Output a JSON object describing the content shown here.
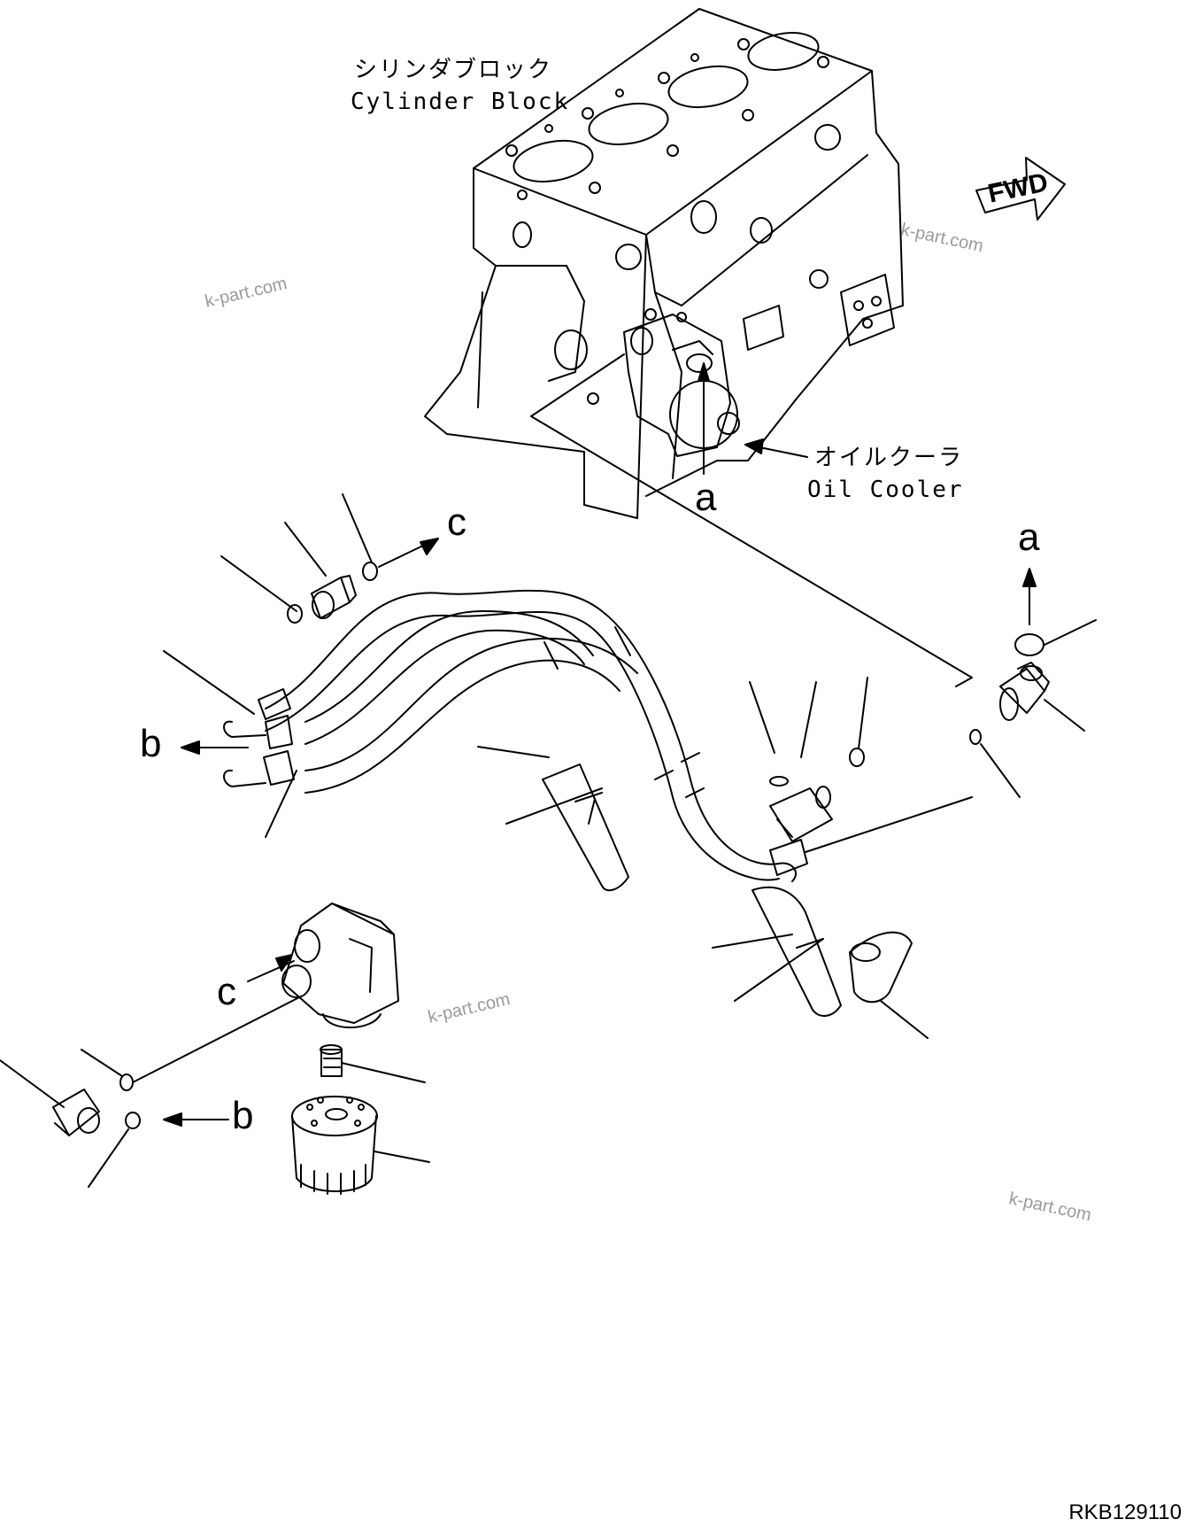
{
  "labels": {
    "cylinder_block_jp": "シリンダブロック",
    "cylinder_block_en": "Cylinder Block",
    "oil_cooler_jp": "オイルクーラ",
    "oil_cooler_en": "Oil Cooler",
    "fwd": "FWD",
    "ref_a": "a",
    "ref_b": "b",
    "ref_c": "c"
  },
  "watermark": "k-part.com",
  "drawing_code": "RKB129110",
  "colors": {
    "line": "#000000",
    "watermark": "#9a9a9a",
    "background": "#ffffff"
  }
}
